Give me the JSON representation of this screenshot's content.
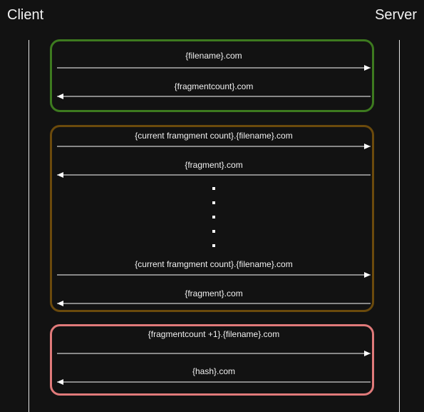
{
  "actors": {
    "client": "Client",
    "server": "Server"
  },
  "colors": {
    "background": "#121212",
    "lifeline": "#e6e6e6",
    "arrow": "#ffffff",
    "group_handshake": "#3d7a1f",
    "group_fragments": "#6b4a0c",
    "group_finish": "#e07a7a"
  },
  "groups": [
    {
      "id": "handshake",
      "color_key": "group_handshake"
    },
    {
      "id": "fragments",
      "color_key": "group_fragments"
    },
    {
      "id": "finish",
      "color_key": "group_finish"
    }
  ],
  "messages": [
    {
      "label": "{filename}.com",
      "direction": "client-to-server"
    },
    {
      "label": "{fragmentcount}.com",
      "direction": "server-to-client"
    },
    {
      "label": "{current framgment count}.{filename}.com",
      "direction": "client-to-server"
    },
    {
      "label": "{fragment}.com",
      "direction": "server-to-client"
    },
    {
      "label": "{current framgment count}.{filename}.com",
      "direction": "client-to-server"
    },
    {
      "label": "{fragment}.com",
      "direction": "server-to-client"
    },
    {
      "label": "{fragmentcount +1}.{filename}.com",
      "direction": "client-to-server"
    },
    {
      "label": "{hash}.com",
      "direction": "server-to-client"
    }
  ],
  "ellipsis_dots": 5
}
